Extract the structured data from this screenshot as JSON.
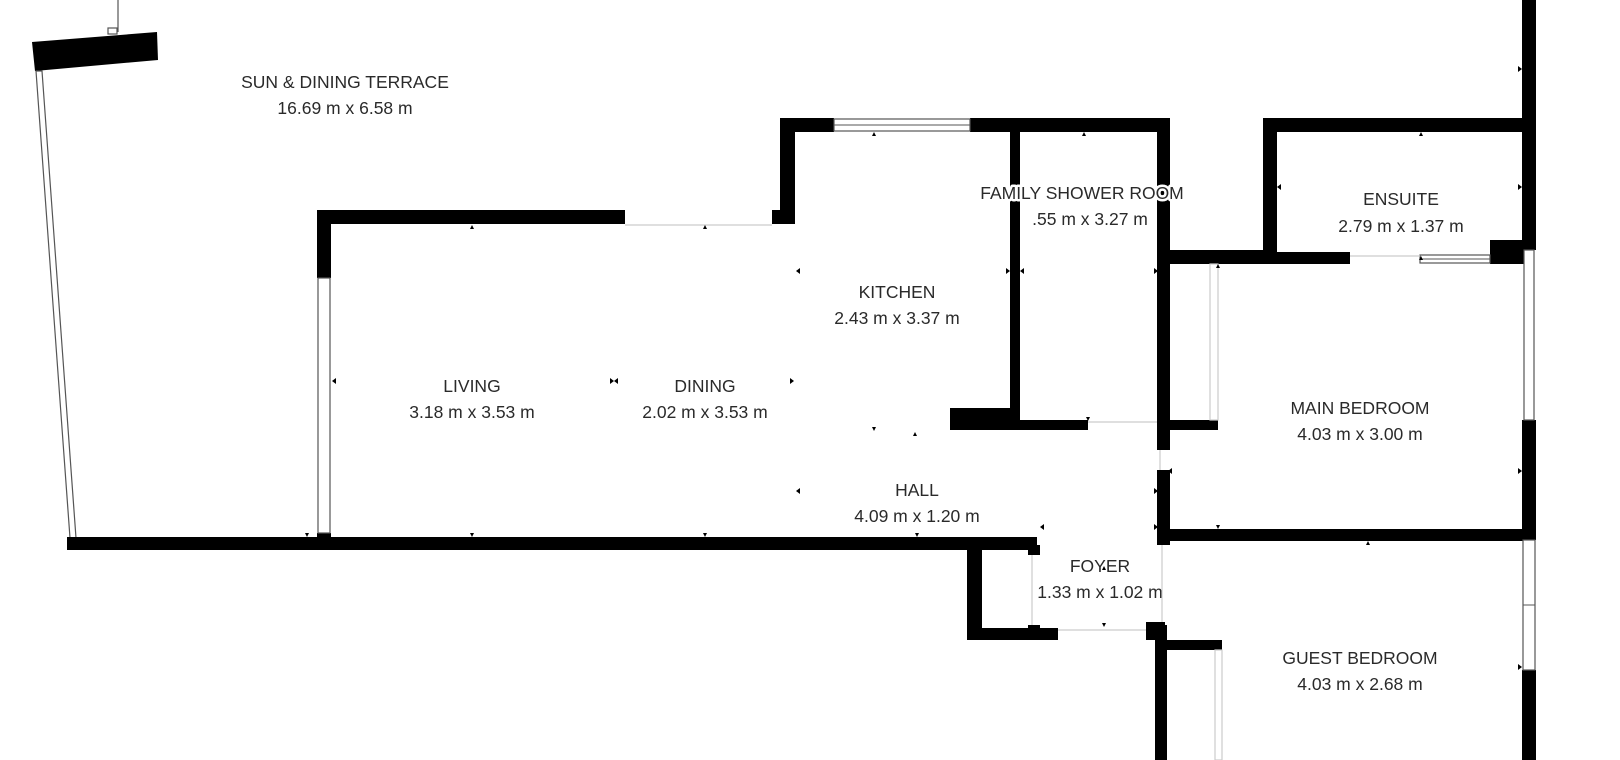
{
  "plan": {
    "rooms": [
      {
        "id": "terrace",
        "name": "SUN & DINING TERRACE",
        "size": "16.69 m x 6.58 m"
      },
      {
        "id": "living",
        "name": "LIVING",
        "size": "3.18 m x 3.53 m"
      },
      {
        "id": "dining",
        "name": "DINING",
        "size": "2.02 m x 3.53 m"
      },
      {
        "id": "kitchen",
        "name": "KITCHEN",
        "size": "2.43 m x 3.37 m"
      },
      {
        "id": "shower",
        "name": "FAMILY SHOWER ROOM",
        "size": ".55 m x 3.27 m"
      },
      {
        "id": "ensuite",
        "name": "ENSUITE",
        "size": "2.79 m x 1.37 m"
      },
      {
        "id": "main_bedroom",
        "name": "MAIN BEDROOM",
        "size": "4.03 m x 3.00 m"
      },
      {
        "id": "hall",
        "name": "HALL",
        "size": "4.09 m x 1.20 m"
      },
      {
        "id": "foyer",
        "name": "FOYER",
        "size": "1.33 m x 1.02 m"
      },
      {
        "id": "guest_bedroom",
        "name": "GUEST BEDROOM",
        "size": "4.03 m x 2.68 m"
      }
    ]
  }
}
